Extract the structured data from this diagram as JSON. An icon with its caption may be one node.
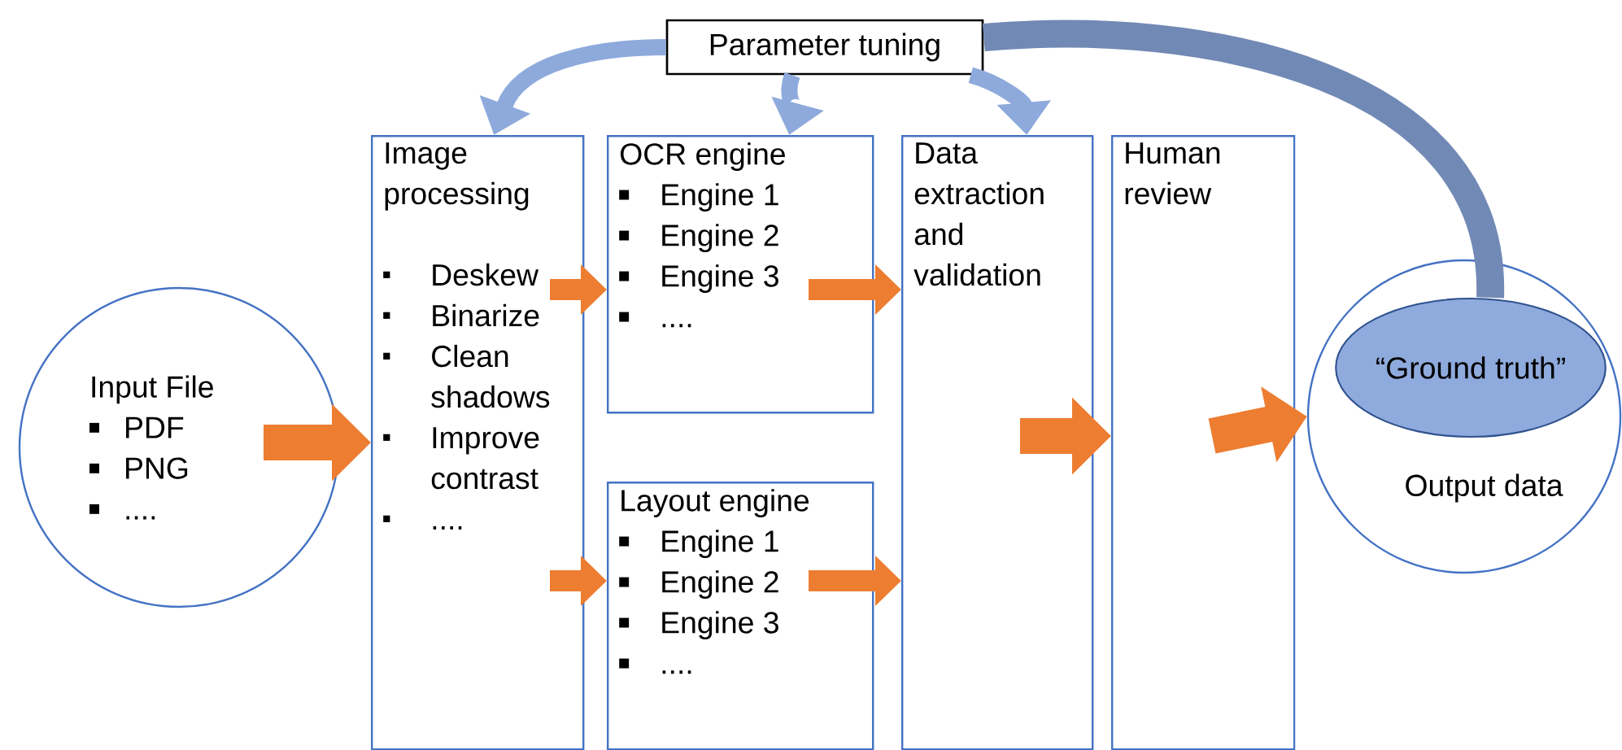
{
  "diagram": {
    "nodes": [
      {
        "text": [
          "Input File",
          "PDF",
          "PNG",
          "...."
        ]
      },
      {
        "text": [
          "Image processing",
          "Deskew",
          "Binarize",
          "Clean shadows",
          "Improve contrast",
          "...."
        ]
      },
      {
        "text": [
          "OCR engine",
          "Engine 1",
          "Engine 2",
          "Engine 3",
          "...."
        ]
      },
      {
        "text": [
          "Layout engine",
          "Engine 1",
          "Engine 2",
          "Engine 3",
          "...."
        ]
      },
      {
        "text": [
          "Data extraction and validation"
        ]
      },
      {
        "text": [
          "Human review"
        ]
      },
      {
        "text": [
          "Output data"
        ]
      },
      {
        "text": [
          "“Ground truth”"
        ],
        "in": 6
      },
      {
        "text": [
          "Parameter tuning"
        ]
      }
    ],
    "edges": [
      {
        "from": 0,
        "to": 1,
        "arrow": "to"
      },
      {
        "from": 1,
        "to": 2,
        "arrow": "to"
      },
      {
        "from": 1,
        "to": 3,
        "arrow": "to"
      },
      {
        "from": 2,
        "to": 4,
        "arrow": "to"
      },
      {
        "from": 3,
        "to": 4,
        "arrow": "to"
      },
      {
        "from": 4,
        "to": 5,
        "arrow": "to"
      },
      {
        "from": 5,
        "to": 6,
        "arrow": "to"
      },
      {
        "from": 7,
        "to": 8,
        "arrow": "none",
        "color": "#7189b5"
      },
      {
        "from": 8,
        "to": 1,
        "arrow": "to",
        "color": "#8eaadc"
      },
      {
        "from": 8,
        "to": 2,
        "arrow": "to",
        "color": "#8eaadc"
      },
      {
        "from": 8,
        "to": 4,
        "arrow": "to",
        "color": "#8eaadc"
      }
    ]
  }
}
